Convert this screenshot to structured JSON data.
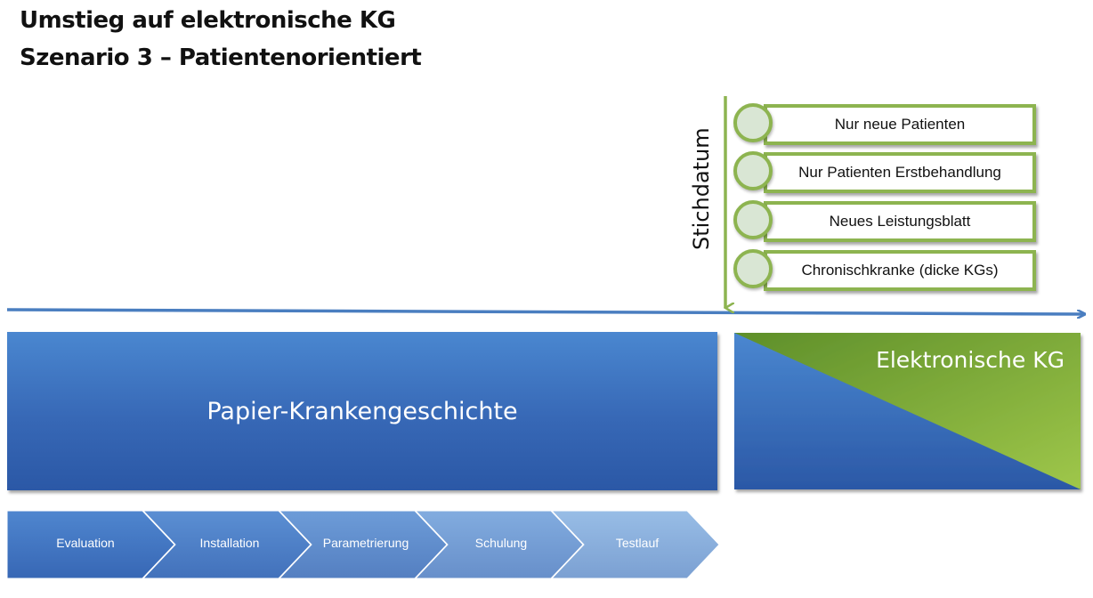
{
  "title": {
    "line1": "Umstieg auf elektronische KG",
    "line2": "Szenario 3 – Patientenorientiert"
  },
  "cutoff": {
    "label": "Stichdatum",
    "criteria": [
      "Nur neue Patienten",
      "Nur Patienten Erstbehandlung",
      "Neues Leistungsblatt",
      "Chronischkranke (dicke KGs)"
    ]
  },
  "bars": {
    "paper": "Papier-Krankengeschichte",
    "electronic": "Elektronische KG"
  },
  "phases": [
    "Evaluation",
    "Installation",
    "Parametrierung",
    "Schulung",
    "Testlauf"
  ],
  "colors": {
    "accent_green": "#8db450",
    "bar_blue": "#3768b6",
    "timeline_blue": "#4a7ec0"
  }
}
